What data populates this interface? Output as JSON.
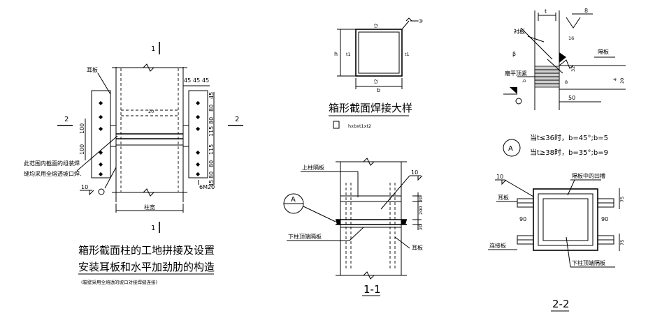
{
  "left": {
    "section_mark_top": "1",
    "section_mark_bottom": "1",
    "section_mark_left": "2",
    "section_mark_right": "2",
    "ear_plate": "耳板",
    "note_line1": "此范围内截面的组装焊",
    "note_line2": "缝均采用全熔透坡口焊.",
    "weld_size": "10",
    "bolt_spec": "6M20",
    "col_width": "柱宽",
    "dim_100a": "100",
    "dim_100b": "100",
    "dims_top": [
      "45",
      "45",
      "45"
    ],
    "dims_right": [
      "45",
      "80",
      "80",
      "115",
      "115",
      "80",
      "80",
      "45"
    ],
    "title_line1": "箱形截面柱的工地拼接及设置",
    "title_line2": "安装耳板和水平加劲肋的构造",
    "subnote": "(箱壁采用全熔透的坡口对接焊缝连接)"
  },
  "box": {
    "h": "h",
    "b": "b",
    "t1_left": "t1",
    "t1_right": "t1",
    "t2_top": "t2",
    "t2_bottom": "t2",
    "weld_mark": "③",
    "title": "箱形截面焊接大样",
    "legend": "hxbxt1xt2"
  },
  "sec11": {
    "upper_diaphragm": "上柱隔板",
    "lower_diaphragm": "下柱顶端隔板",
    "ear_plate": "耳板",
    "weld": "10",
    "detail_mark": "A",
    "dim20a": "20",
    "dim200": "200",
    "dim20b": "20",
    "caption": "1-1"
  },
  "detailA": {
    "t": "t",
    "weld8": "8",
    "backing": "衬板",
    "beta": "β",
    "grind": "磨平顶紧",
    "dim16": "16",
    "dim32": "32",
    "dim8": "8",
    "dim50": "50",
    "diaphragm": "隔板",
    "dim4": "4",
    "dim20": "20",
    "b": "b",
    "mark": "A",
    "rule1": "当t≤36时，b=45°;b=5",
    "rule2": "当t≥38时，b=35°;b=9"
  },
  "sec22": {
    "weld": "10",
    "ear_plate": "耳板",
    "slot": "隔板中的凹槽",
    "connector": "连接板",
    "lower_diaphragm": "下柱顶端隔板",
    "dim90a": "90",
    "dim90b": "90",
    "dim75a": "75",
    "dim75b": "75",
    "caption": "2-2"
  }
}
